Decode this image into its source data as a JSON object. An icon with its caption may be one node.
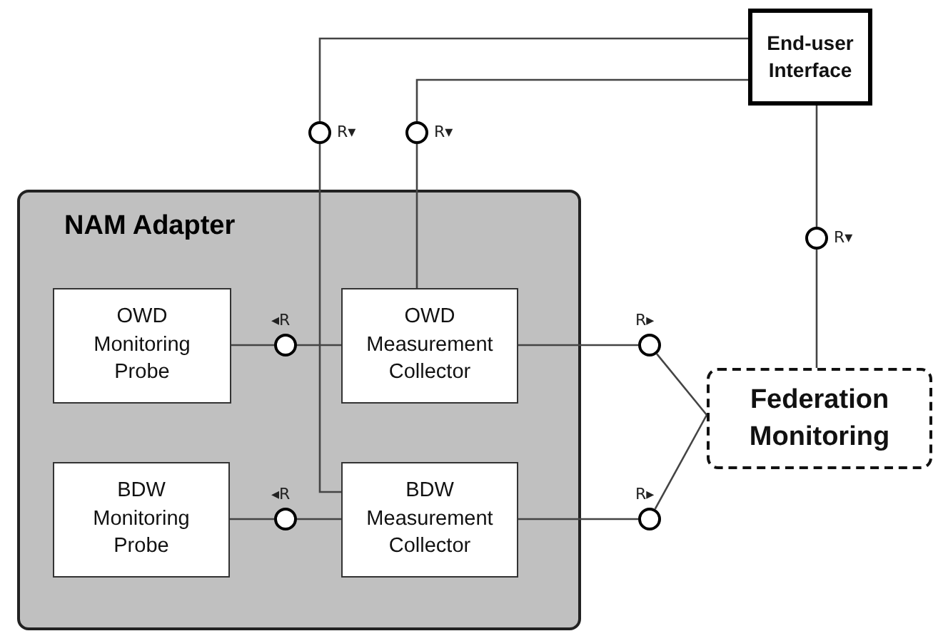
{
  "diagram": {
    "nodes": [
      {
        "text": [
          "End-user Interface"
        ]
      },
      {
        "text": [],
        "shape": "circle",
        "beside": [
          "R▾"
        ]
      },
      {
        "text": [],
        "shape": "circle",
        "beside": [
          "R▾"
        ]
      },
      {
        "text": [
          "NAM Adapter"
        ]
      },
      {
        "text": [
          "OWD Monitoring Probe"
        ],
        "in": 3
      },
      {
        "text": [],
        "shape": "circle",
        "beside": [
          "◂R"
        ],
        "in": 3
      },
      {
        "text": [
          "OWD Measurement Collector"
        ],
        "in": 3
      },
      {
        "text": [],
        "shape": "circle",
        "beside": [
          "R▸"
        ]
      },
      {
        "text": [],
        "shape": "circle",
        "beside": [
          "R▾"
        ]
      },
      {
        "text": [
          "Federation Monitoring"
        ]
      },
      {
        "text": [
          "BDW Monitoring Probe"
        ],
        "in": 3
      },
      {
        "text": [],
        "shape": "circle",
        "beside": [
          "◂R"
        ],
        "in": 3
      },
      {
        "text": [
          "BDW Measurement Collector"
        ],
        "in": 3
      },
      {
        "text": [],
        "shape": "circle",
        "beside": [
          "R▸"
        ]
      }
    ],
    "edges": [
      {
        "from": 0,
        "to": 1,
        "arrow": "none"
      },
      {
        "from": 1,
        "to": 12,
        "arrow": "none"
      },
      {
        "from": 0,
        "to": 2,
        "arrow": "none"
      },
      {
        "from": 2,
        "to": 6,
        "arrow": "none"
      },
      {
        "from": 4,
        "to": 5,
        "arrow": "none"
      },
      {
        "from": 5,
        "to": 6,
        "arrow": "none"
      },
      {
        "from": 6,
        "to": 7,
        "arrow": "none"
      },
      {
        "from": 7,
        "to": 9,
        "arrow": "none"
      },
      {
        "from": 0,
        "to": 8,
        "arrow": "none"
      },
      {
        "from": 8,
        "to": 9,
        "arrow": "none"
      },
      {
        "from": 10,
        "to": 11,
        "arrow": "none"
      },
      {
        "from": 11,
        "to": 12,
        "arrow": "none"
      },
      {
        "from": 12,
        "to": 13,
        "arrow": "none"
      },
      {
        "from": 13,
        "to": 9,
        "arrow": "none"
      }
    ]
  }
}
